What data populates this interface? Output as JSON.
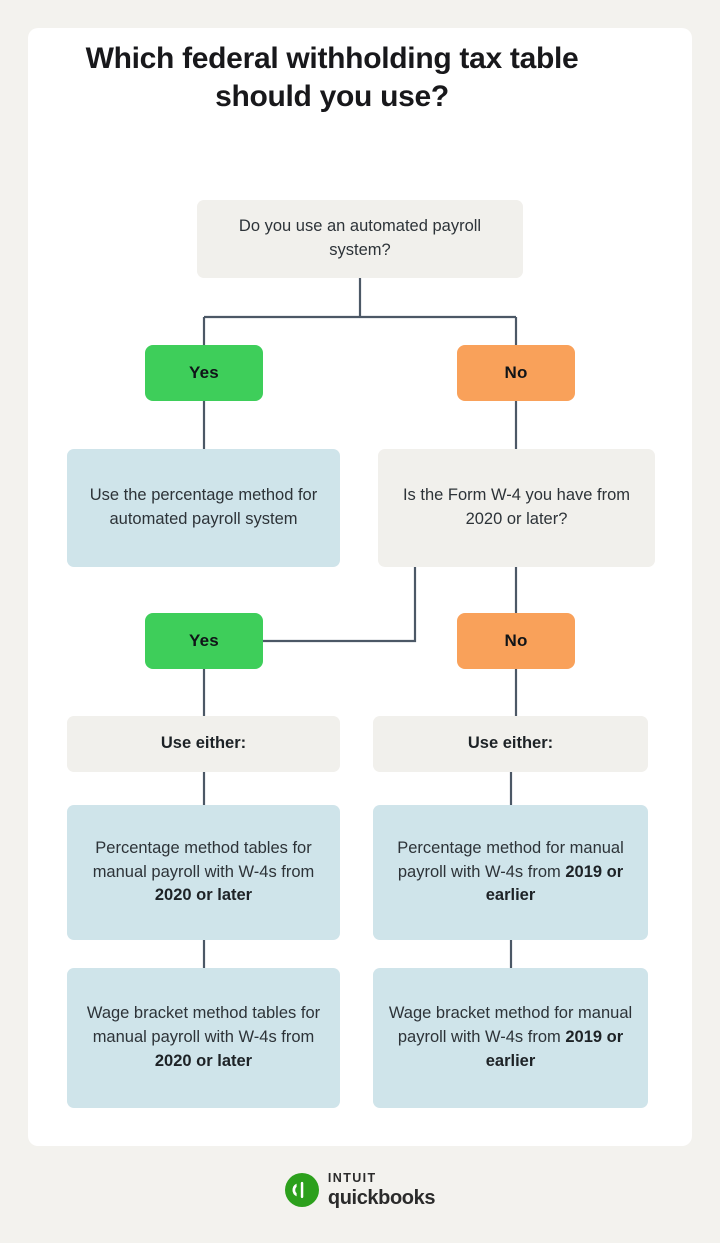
{
  "title": "Which federal withholding tax table should you use?",
  "colors": {
    "page_background": "#f3f2ee",
    "card_background": "#ffffff",
    "yes_green": "#3ece5a",
    "no_orange": "#f9a15a",
    "result_blue": "#cfe4ea",
    "neutral_gray": "#f1f0ec",
    "connector_line": "#4c5866",
    "text": "#2d3338"
  },
  "flowchart": {
    "question_1": "Do you use an automated payroll system?",
    "branch_1_yes": "Yes",
    "branch_1_no": "No",
    "result_automated": "Use the percentage method for automated payroll system",
    "question_2": "Is the Form W-4 you have from 2020 or later?",
    "branch_2_yes": "Yes",
    "branch_2_no": "No",
    "use_either_left": "Use either:",
    "use_either_right": "Use either:",
    "percentage_left": {
      "normal": "Percentage method tables for manual payroll with W-4s from ",
      "bold": "2020 or later"
    },
    "percentage_right": {
      "normal": "Percentage method for manual payroll with W-4s from ",
      "bold": "2019 or earlier"
    },
    "wage_left": {
      "normal": "Wage bracket method tables for manual payroll with W-4s from ",
      "bold": "2020 or later"
    },
    "wage_right": {
      "normal": "Wage bracket method for manual payroll with W-4s from ",
      "bold": "2019 or earlier"
    }
  },
  "footer": {
    "logo_icon": "quickbooks-logo-icon",
    "brand_top": "INTUIT",
    "brand_bottom": "quickbooks"
  }
}
